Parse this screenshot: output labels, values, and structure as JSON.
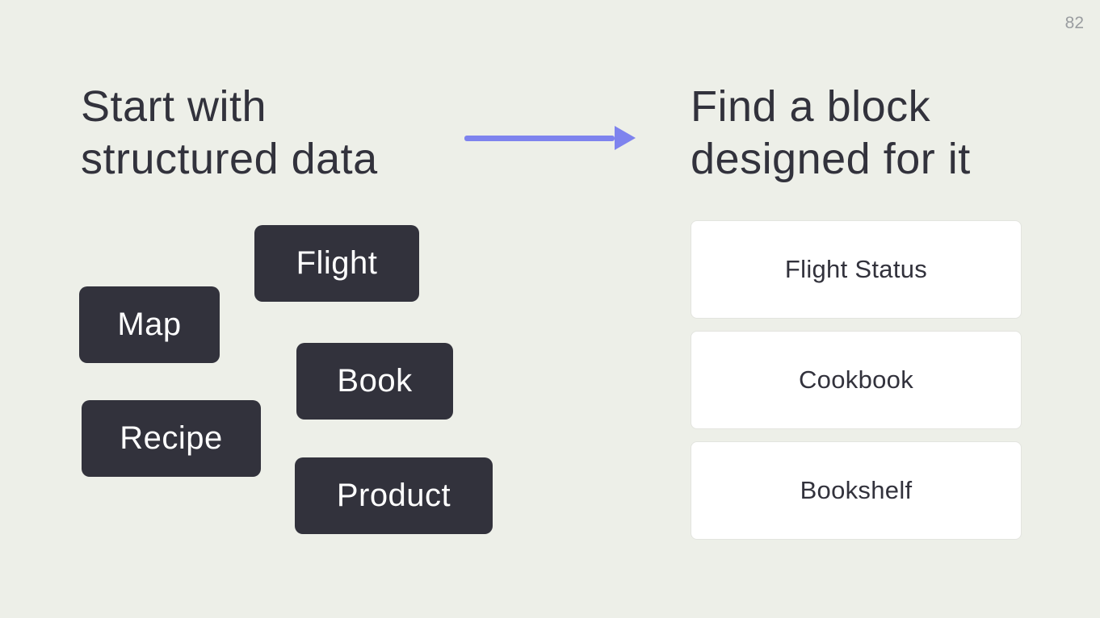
{
  "slide": {
    "page_number": "82",
    "left_heading": {
      "line1": "Start with",
      "line2": "structured data"
    },
    "right_heading": {
      "line1": "Find a block",
      "line2": "designed for it"
    },
    "data_chips": [
      {
        "label": "Flight"
      },
      {
        "label": "Map"
      },
      {
        "label": "Book"
      },
      {
        "label": "Recipe"
      },
      {
        "label": "Product"
      }
    ],
    "block_cards": [
      {
        "label": "Flight Status"
      },
      {
        "label": "Cookbook"
      },
      {
        "label": "Bookshelf"
      }
    ],
    "colors": {
      "background": "#edefe8",
      "text_dark": "#32323c",
      "chip_background": "#32323c",
      "chip_text": "#ffffff",
      "card_background": "#ffffff",
      "card_border": "#e3e4df",
      "arrow": "#7e83ee",
      "page_number": "#9a9da0"
    }
  }
}
